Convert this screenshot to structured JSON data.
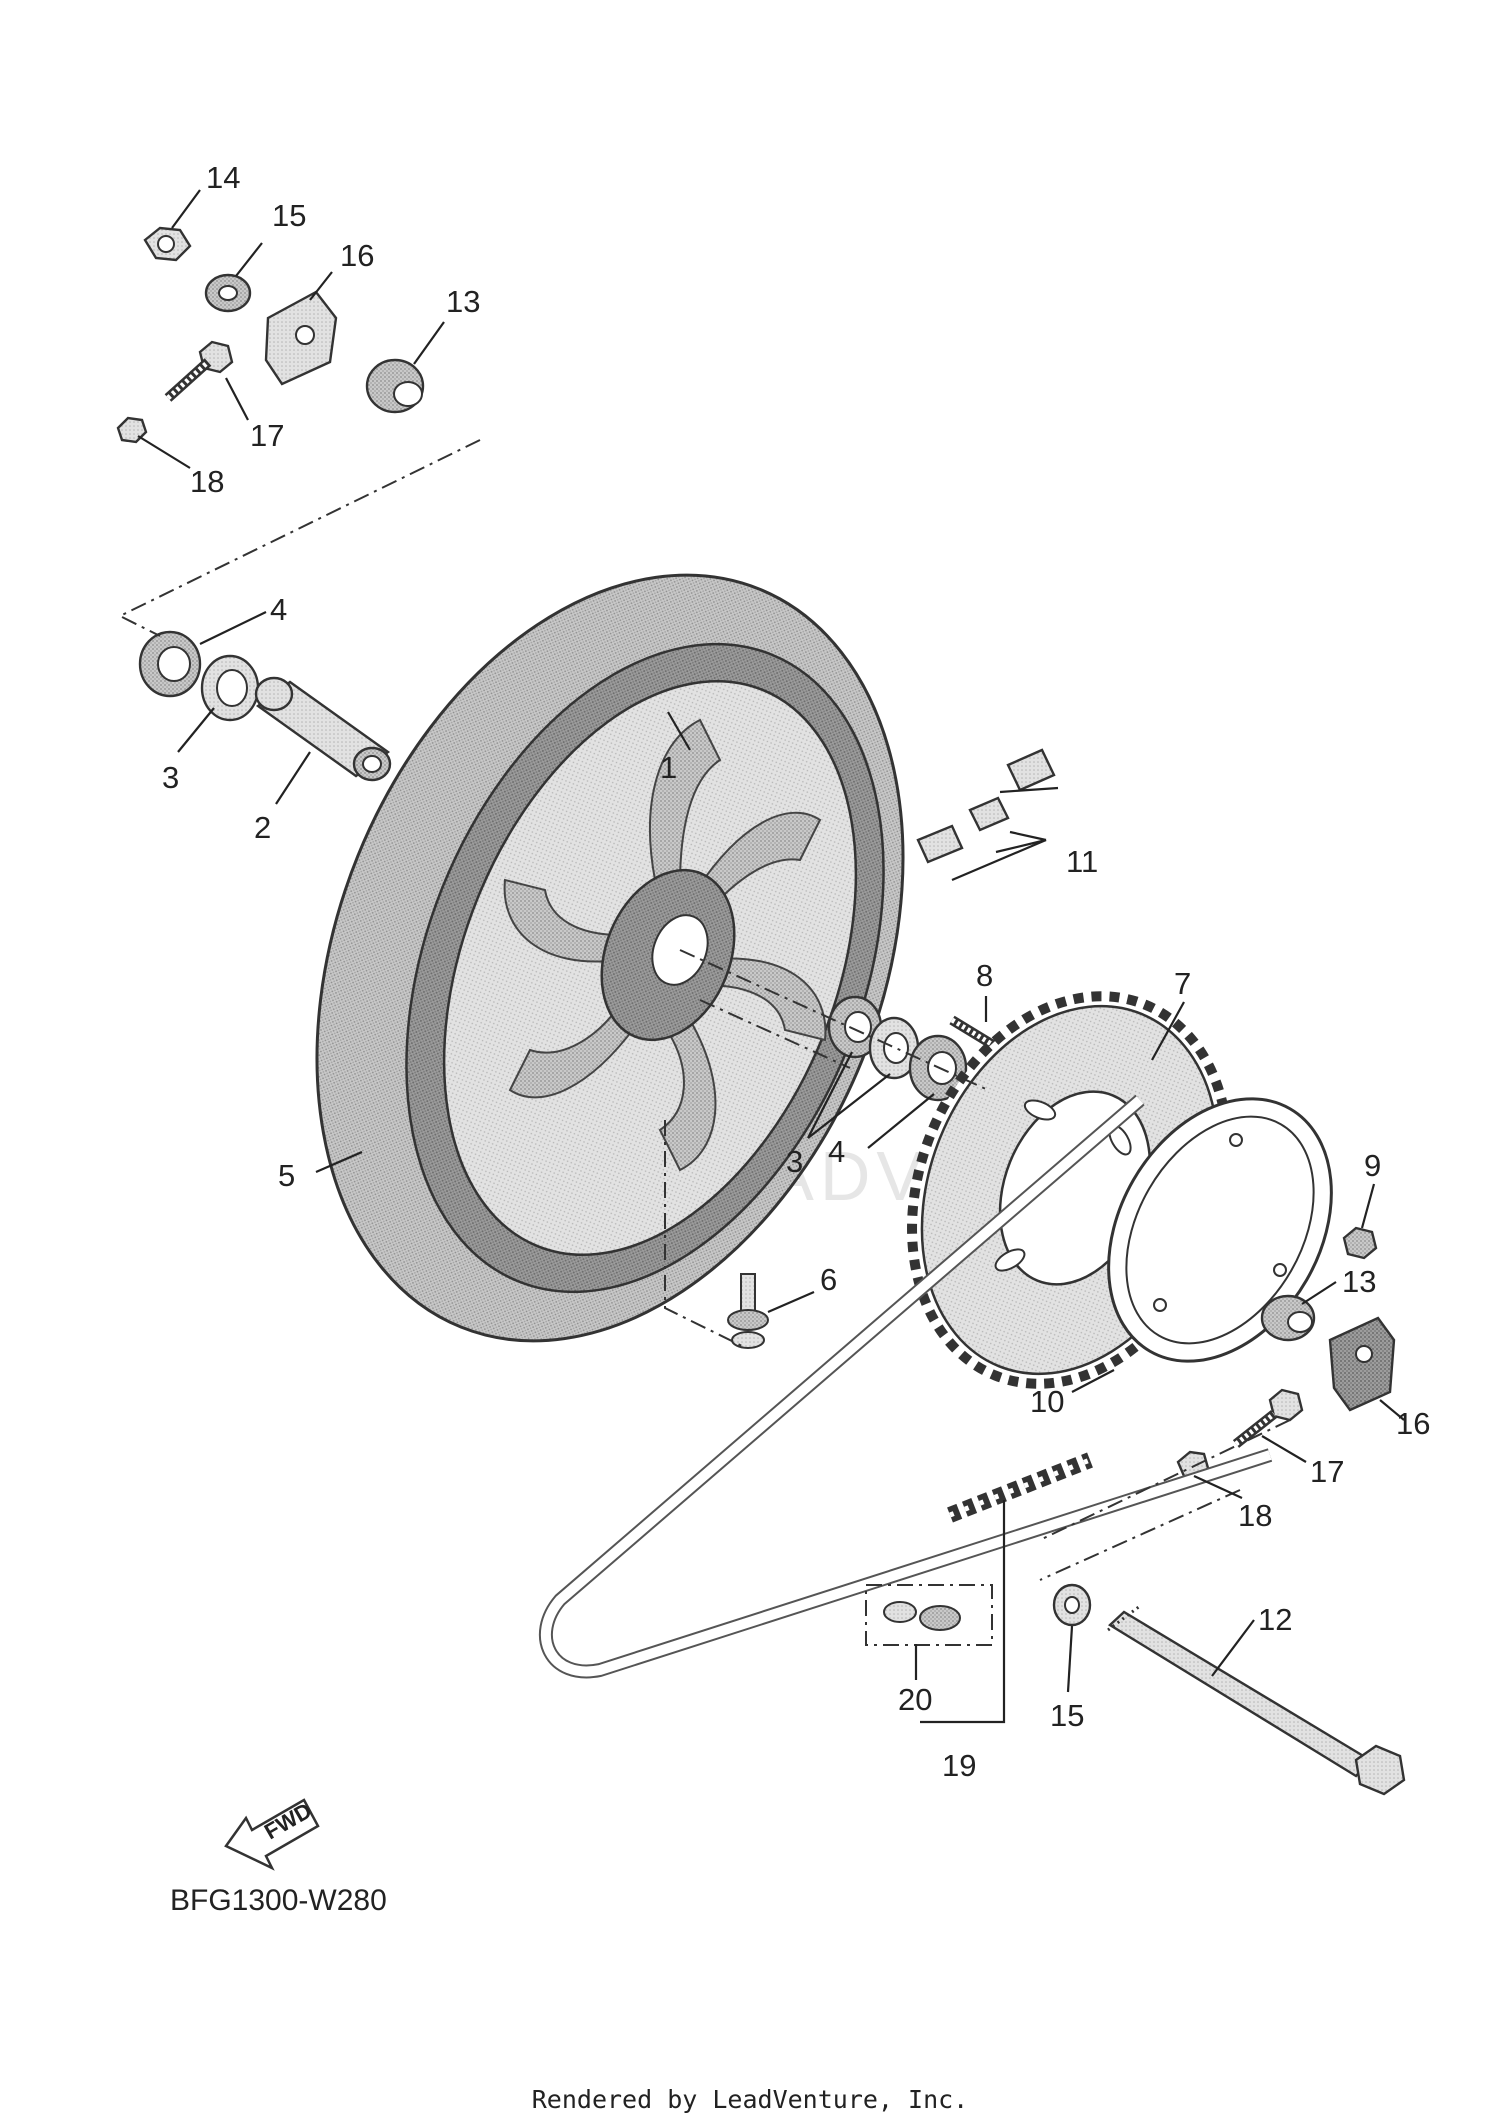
{
  "diagram": {
    "part_labels": [
      "1",
      "2",
      "3",
      "3",
      "4",
      "4",
      "5",
      "6",
      "7",
      "8",
      "9",
      "10",
      "11",
      "12",
      "13",
      "13",
      "14",
      "15",
      "15",
      "16",
      "16",
      "17",
      "17",
      "18",
      "18",
      "19",
      "20"
    ],
    "fwd_label": "FWD",
    "diagram_code": "BFG1300-W280",
    "watermark": "ADVENTURE",
    "footer": "Rendered by LeadVenture, Inc."
  }
}
